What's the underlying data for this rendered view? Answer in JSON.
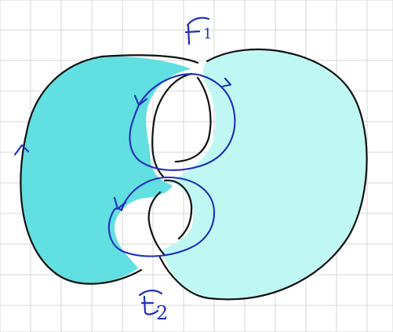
{
  "diagram": {
    "labels": {
      "f1_main": "F",
      "f1_sub": "1",
      "f2_main": "F",
      "f2_sub": "2"
    },
    "colors": {
      "grid": "#d5d5d5",
      "left_fill": "#62dfe0",
      "right_fill": "#bff8f3",
      "outline": "#111111",
      "curve": "#1f2fb8"
    }
  }
}
